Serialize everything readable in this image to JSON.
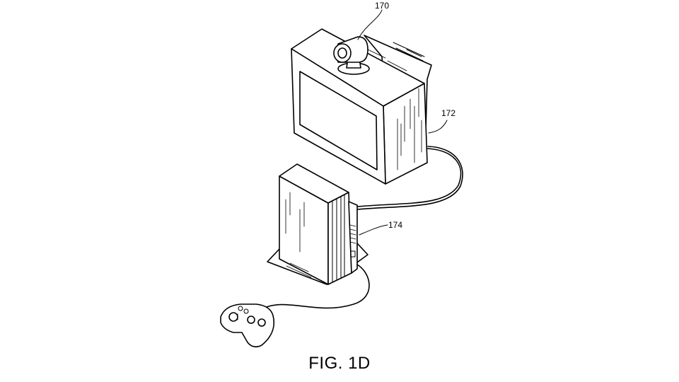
{
  "figure": {
    "caption": "FIG. 1D",
    "references": {
      "camera": "170",
      "television": "172",
      "console": "174"
    }
  }
}
